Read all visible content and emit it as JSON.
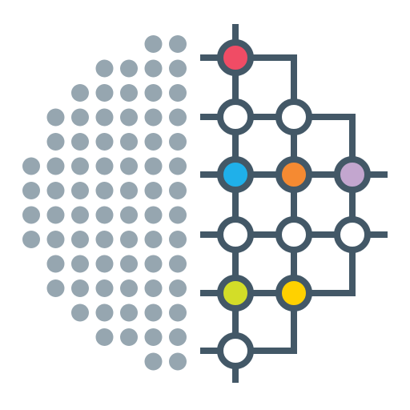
{
  "logo": {
    "colors": {
      "background": "#ffffff",
      "dots": "#96a6b0",
      "lines": "#435867",
      "node_fill_default": "#ffffff",
      "node_red": "#f04c65",
      "node_blue": "#1fb0ea",
      "node_orange": "#f58a32",
      "node_lavender": "#c3a6cf",
      "node_lime": "#d3dd28",
      "node_yellow": "#ffd100"
    },
    "dot_rows": [
      2,
      4,
      5,
      6,
      6,
      7,
      7,
      7,
      7,
      6,
      6,
      5,
      4,
      2
    ],
    "network": {
      "row_node_counts": [
        1,
        2,
        3,
        3,
        2,
        1
      ],
      "node_colors": [
        [
          "red"
        ],
        [
          "default",
          "default"
        ],
        [
          "blue",
          "orange",
          "lavender"
        ],
        [
          "default",
          "default",
          "default"
        ],
        [
          "lime",
          "yellow"
        ],
        [
          "default"
        ]
      ]
    }
  }
}
